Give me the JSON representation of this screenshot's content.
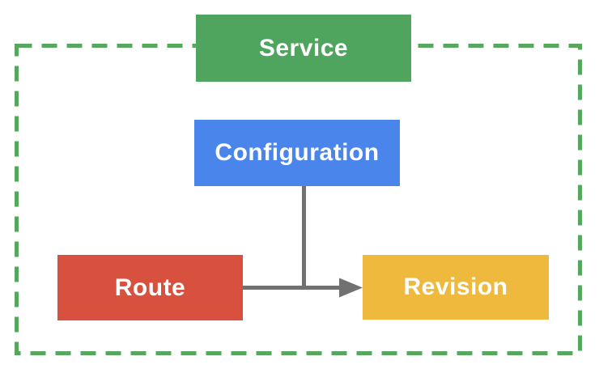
{
  "diagram": {
    "type": "resource-relationship-diagram",
    "boundary": {
      "style": "dashed",
      "color": "#57A75F"
    },
    "connector_color": "#717171",
    "text_color": "#FFFFFF",
    "nodes": [
      {
        "id": "service",
        "label": "Service",
        "color": "#4FA55D",
        "position": "top-center, straddles dashed boundary"
      },
      {
        "id": "configuration",
        "label": "Configuration",
        "color": "#4A85EC",
        "position": "middle-center"
      },
      {
        "id": "route",
        "label": "Route",
        "color": "#D8503E",
        "position": "bottom-left"
      },
      {
        "id": "revision",
        "label": "Revision",
        "color": "#EFB93E",
        "position": "bottom-right"
      }
    ],
    "edges": [
      {
        "from": "configuration",
        "to": "revision",
        "type": "elbow",
        "arrowhead": "into revision"
      },
      {
        "from": "route",
        "to": "revision",
        "type": "straight, joins elbow at junction",
        "arrowhead": "into revision"
      }
    ]
  }
}
